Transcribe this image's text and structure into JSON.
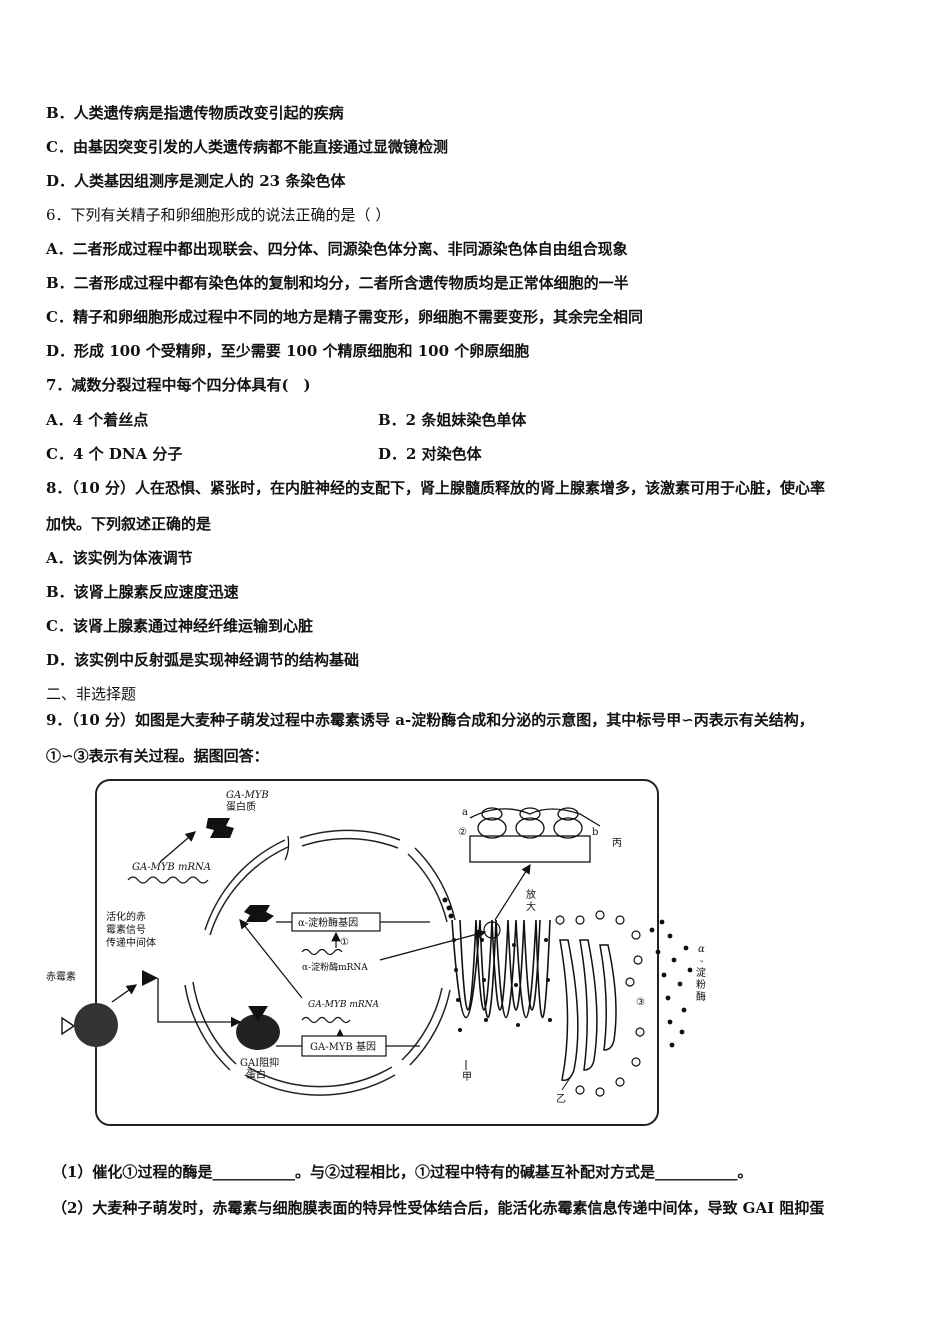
{
  "lines": {
    "q5b": "B．人类遗传病是指遗传物质改变引起的疾病",
    "q5c": "C．由基因突变引发的人类遗传病都不能直接通过显微镜检测",
    "q5d": "D．人类基因组测序是测定人的 23 条染色体",
    "q6": "6．下列有关精子和卵细胞形成的说法正确的是（ ）",
    "q6a": "A．二者形成过程中都出现联会、四分体、同源染色体分离、非同源染色体自由组合现象",
    "q6b": "B．二者形成过程中都有染色体的复制和均分，二者所含遗传物质均是正常体细胞的一半",
    "q6c": "C．精子和卵细胞形成过程中不同的地方是精子需变形，卵细胞不需要变形，其余完全相同",
    "q6d": "D．形成 100 个受精卵，至少需要 100 个精原细胞和 100 个卵原细胞",
    "q7": "7．减数分裂过程中每个四分体具有(　)",
    "q7a": "A．4 个着丝点",
    "q7b": "B．2 条姐妹染色单体",
    "q7c": "C．4 个 DNA 分子",
    "q7d": "D．2 对染色体",
    "q8": "8．（10 分）人在恐惧、紧张时，在内脏神经的支配下，肾上腺髓质释放的肾上腺素增多，该激素可用于心脏，使心率",
    "q8cont": "加快。下列叙述正确的是",
    "q8a": "A．该实例为体液调节",
    "q8b": "B．该肾上腺素反应速度迅速",
    "q8c": "C．该肾上腺素通过神经纤维运输到心脏",
    "q8d": "D．该实例中反射弧是实现神经调节的结构基础",
    "section2": "二、非选择题",
    "q9": "9．（10 分）如图是大麦种子萌发过程中赤霉素诱导 a-淀粉酶合成和分泌的示意图，其中标号甲∽丙表示有关结构，",
    "q9cont": "①∽③表示有关过程。据图回答：",
    "q9_1": "（1）催化①过程的酶是___________。与②过程相比，①过程中特有的碱基互补配对方式是___________。",
    "q9_2": "（2）大麦种子萌发时，赤霉素与细胞膜表面的特异性受体结合后，能活化赤霉素信息传递中间体，导致 GAI 阻抑蛋"
  },
  "figure": {
    "ga_myb_protein": [
      "GA-MYB",
      "蛋白质"
    ],
    "ga_myb_mrna": "GA-MYB mRNA",
    "activated_intermediate": [
      "活化的赤",
      "霉素信号",
      "传递中间体"
    ],
    "gibberellin": "赤霉素",
    "amylase_gene": "α-淀粉酶基因",
    "process1": "①",
    "amylase_mrna": "α-淀粉酶mRNA",
    "ga_myb_mrna2": "GA-MYB mRNA",
    "ga_myb_gene": "GA-MYB 基因",
    "gai_protein": [
      "GAI阻抑",
      "蛋白"
    ],
    "label_a": "a",
    "label_b": "b",
    "process2": "②",
    "label_bing": "丙",
    "magnify": [
      "放",
      "大"
    ],
    "process3": "③",
    "amylase": [
      "α",
      "-",
      "淀",
      "粉",
      "酶"
    ],
    "label_jia": "甲",
    "label_yi": "乙"
  }
}
